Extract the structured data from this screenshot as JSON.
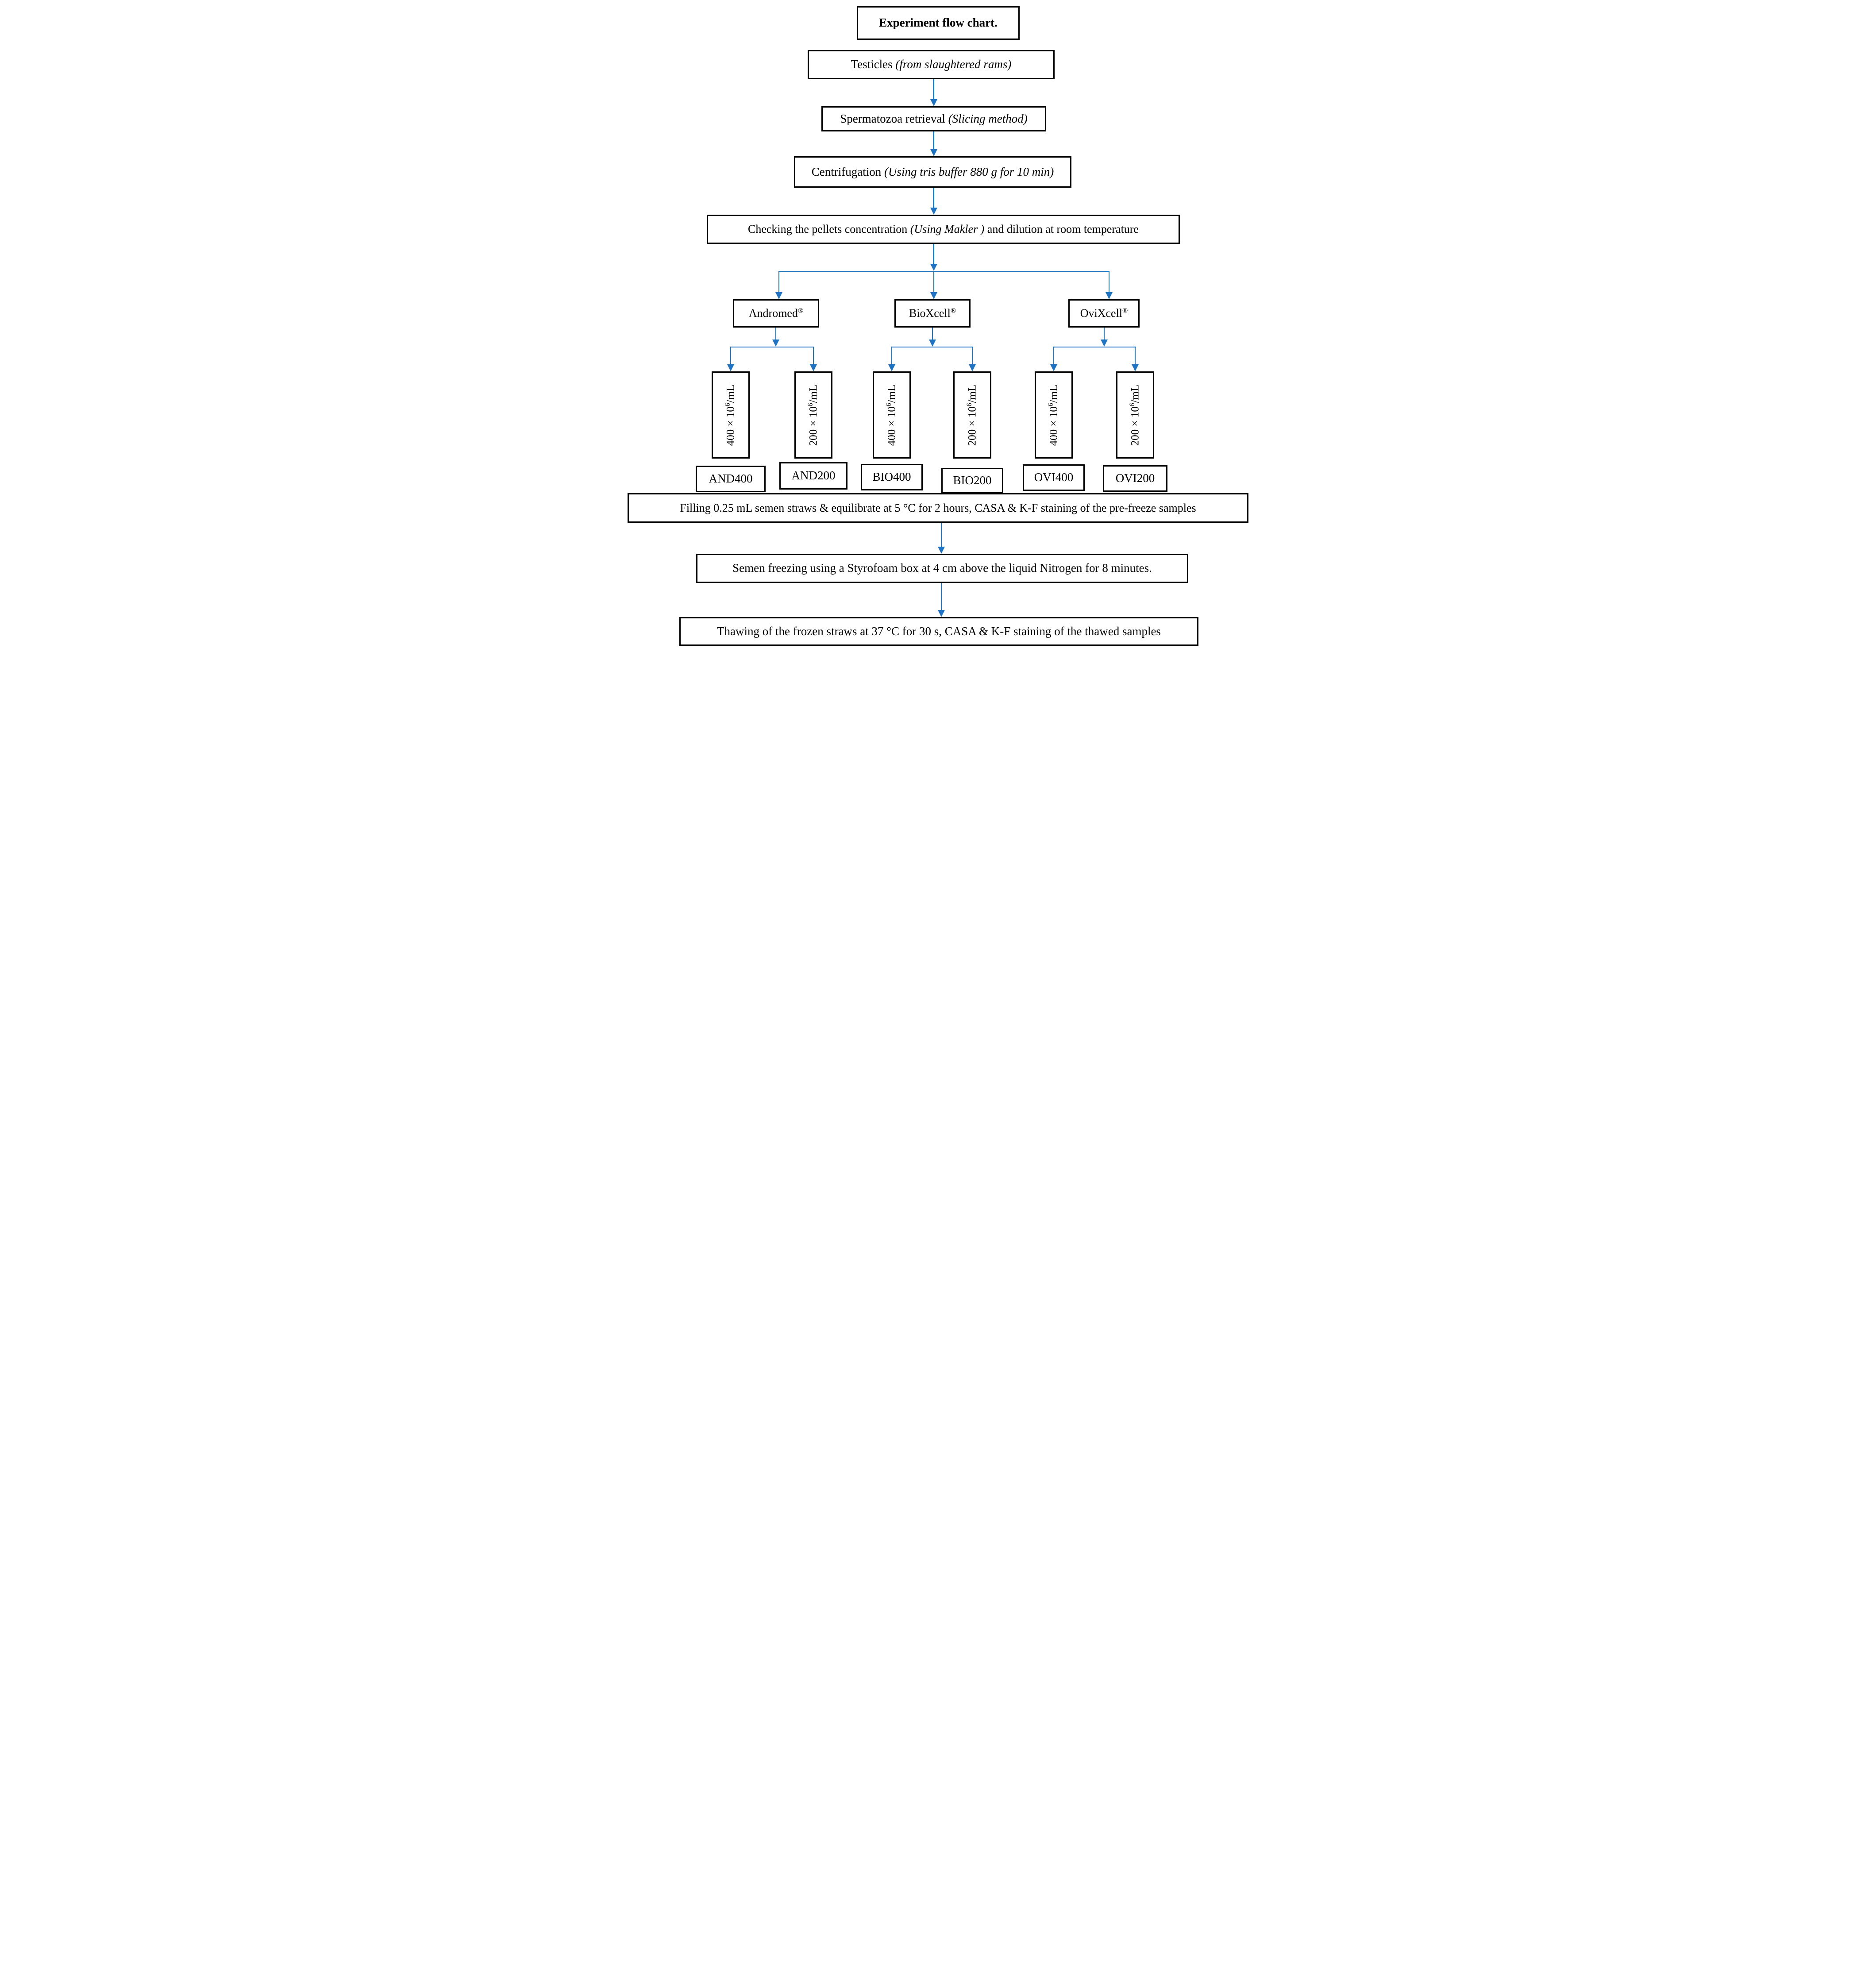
{
  "flowchart": {
    "title": "Experiment flow chart.",
    "arrow_color": "#1E73C3",
    "steps": {
      "testicles": {
        "text": "Testicles ",
        "note": "(from slaughtered rams)"
      },
      "retrieval": {
        "text": "Spermatozoa retrieval ",
        "note": "(Slicing method)"
      },
      "centrifugation": {
        "text": "Centrifugation ",
        "note": "(Using tris buffer 880 g for 10 min)"
      },
      "checking": {
        "pre": "Checking the pellets concentration ",
        "note": "(Using Makler )",
        "post": " and dilution at room temperature"
      },
      "filling": "Filling 0.25 mL semen straws & equilibrate at 5 °C for 2 hours, CASA & K-F staining of the pre-freeze samples",
      "freezing": "Semen freezing using a Styrofoam box at 4 cm above the liquid Nitrogen for 8 minutes.",
      "thawing": "Thawing of the frozen straws at 37 °C for 30 s, CASA & K-F staining of the thawed samples"
    },
    "diluents": [
      {
        "name": "Andromed",
        "mark": "®"
      },
      {
        "name": "BioXcell",
        "mark": "®"
      },
      {
        "name": "OviXcell",
        "mark": "®"
      }
    ],
    "groups": [
      {
        "concentration": {
          "base": "400 × 10",
          "exp": "6",
          "unit": "/mL"
        },
        "label": "AND400"
      },
      {
        "concentration": {
          "base": "200 × 10",
          "exp": "6",
          "unit": "/mL"
        },
        "label": "AND200"
      },
      {
        "concentration": {
          "base": "400 × 10",
          "exp": "6",
          "unit": "/mL"
        },
        "label": "BIO400"
      },
      {
        "concentration": {
          "base": "200 × 10",
          "exp": "6",
          "unit": "/mL"
        },
        "label": "BIO200"
      },
      {
        "concentration": {
          "base": "400 × 10",
          "exp": "6",
          "unit": "/mL"
        },
        "label": "OVI400"
      },
      {
        "concentration": {
          "base": "200 × 10",
          "exp": "6",
          "unit": "/mL"
        },
        "label": "OVI200"
      }
    ]
  }
}
